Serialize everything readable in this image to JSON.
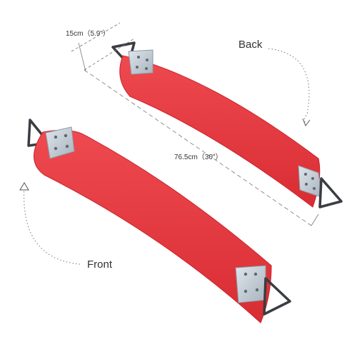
{
  "labels": {
    "width_dimension": "15cm（5.9\"）",
    "length_dimension": "76.5cm（30\"）",
    "back_view": "Back",
    "front_view": "Front"
  },
  "colors": {
    "seat": "#e8383f",
    "seat_shadow": "#c9242c",
    "bracket": "#b9c3cc",
    "rivet": "#5f6770",
    "chain_ring": "#3a3d42",
    "guide_line": "#777777",
    "background": "#ffffff"
  },
  "items": [
    {
      "name": "swing-seat-back",
      "view": "Back"
    },
    {
      "name": "swing-seat-front",
      "view": "Front"
    }
  ]
}
